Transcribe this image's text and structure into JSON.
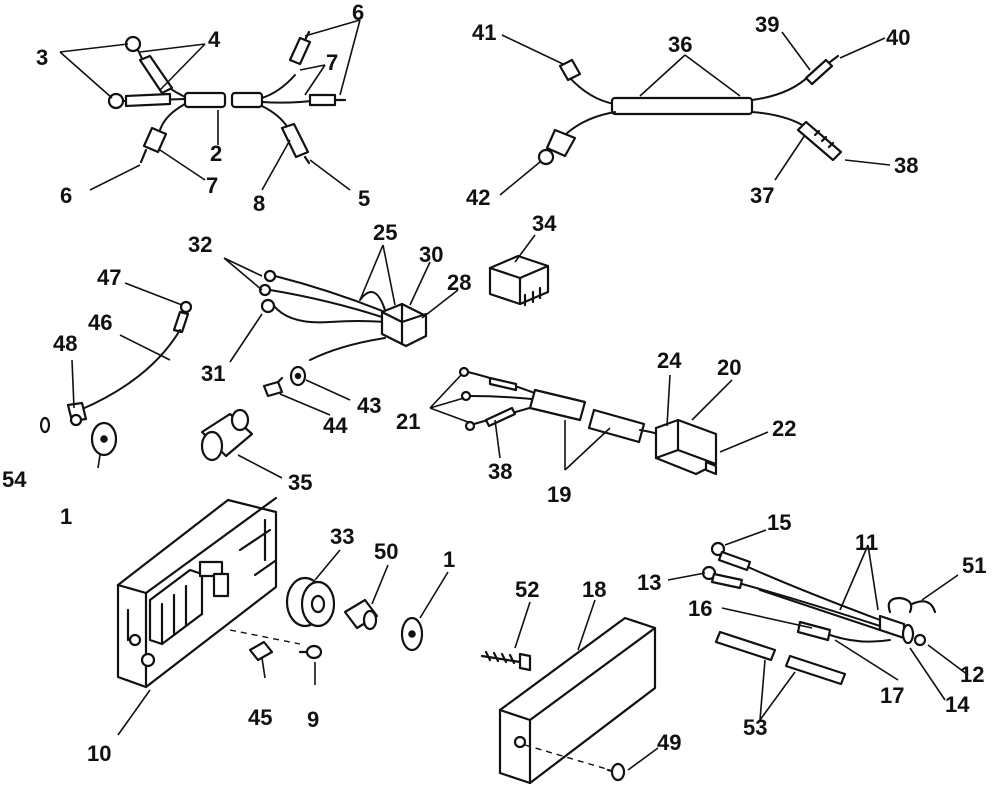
{
  "callouts": {
    "n1a": "1",
    "n1b": "1",
    "n2": "2",
    "n3": "3",
    "n4": "4",
    "n5": "5",
    "n6a": "6",
    "n6b": "6",
    "n7a": "7",
    "n7b": "7",
    "n8": "8",
    "n9": "9",
    "n10": "10",
    "n11": "11",
    "n12": "12",
    "n13": "13",
    "n14": "14",
    "n15": "15",
    "n16": "16",
    "n17": "17",
    "n18": "18",
    "n19": "19",
    "n20": "20",
    "n21": "21",
    "n22": "22",
    "n24": "24",
    "n25": "25",
    "n28": "28",
    "n30": "30",
    "n31": "31",
    "n32": "32",
    "n33": "33",
    "n34": "34",
    "n35": "35",
    "n36": "36",
    "n37": "37",
    "n38a": "38",
    "n38b": "38",
    "n39": "39",
    "n40": "40",
    "n41": "41",
    "n42": "42",
    "n43": "43",
    "n44": "44",
    "n45": "45",
    "n46": "46",
    "n47": "47",
    "n48": "48",
    "n49": "49",
    "n50": "50",
    "n51": "51",
    "n52": "52",
    "n53": "53",
    "n54": "54"
  }
}
